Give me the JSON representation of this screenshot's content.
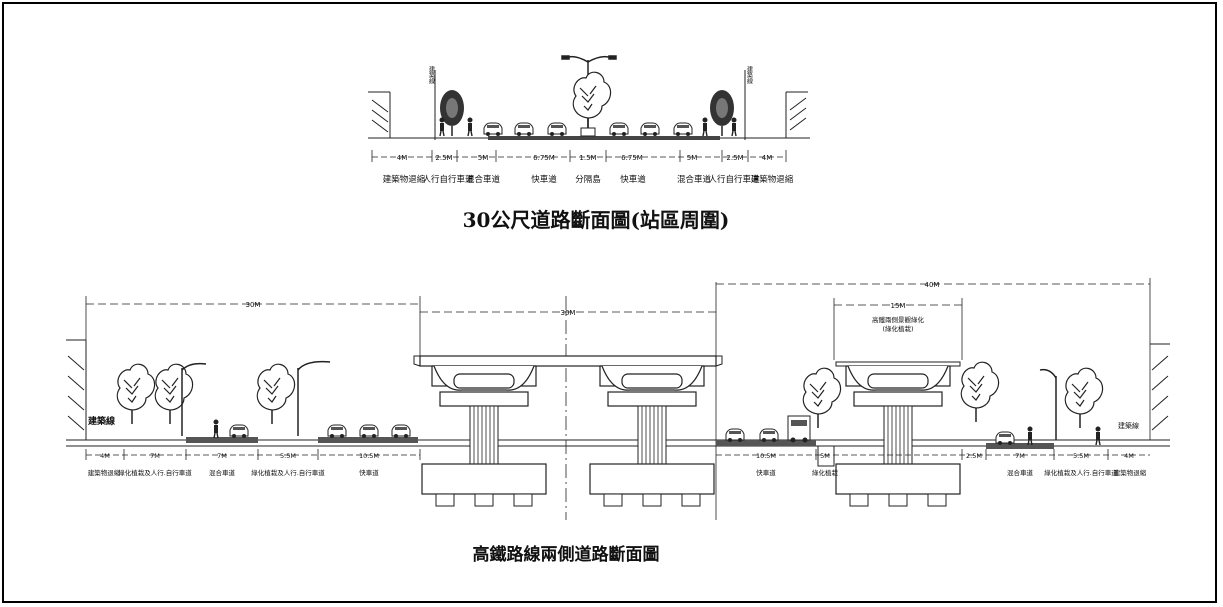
{
  "top_section": {
    "title": "30公尺道路斷面圖(站區周圍)",
    "building_line_left": "建築線",
    "building_line_right": "建築線",
    "dims": [
      "4M",
      "2.5M",
      "5M",
      "6.75M",
      "1.5M",
      "6.75M",
      "5M",
      "2.5M",
      "4M"
    ],
    "labels": [
      "建築物退縮",
      "人行自行車道",
      "混合車道",
      "快車道",
      "分隔島",
      "快車道",
      "混合車道",
      "人行自行車道",
      "建築物退縮"
    ]
  },
  "bottom_section": {
    "title": "高鐵路線兩側道路斷面圖",
    "overall_left": "30M",
    "overall_mid": "30M",
    "overall_right": "40M",
    "green_width": "15M",
    "green_label_1": "高鐵兩側景觀綠化",
    "green_label_2": "(綠化植栽)",
    "building_line_left": "建築線",
    "building_line_right": "建築線",
    "left_dims": [
      "4M",
      "7M",
      "7M",
      "5.5M",
      "10.5M"
    ],
    "left_labels": [
      "建築物退縮",
      "綠化植栽及人行.自行車道",
      "混合車道",
      "綠化植栽及人行.自行車道",
      "快車道"
    ],
    "right_dims": [
      "10.5M",
      "5M",
      "2.5M",
      "7M",
      "5.5M",
      "4M"
    ],
    "right_labels": [
      "快車道",
      "綠化植栽",
      "混合車道",
      "綠化植栽及人行.自行車道",
      "建築物退縮"
    ]
  }
}
